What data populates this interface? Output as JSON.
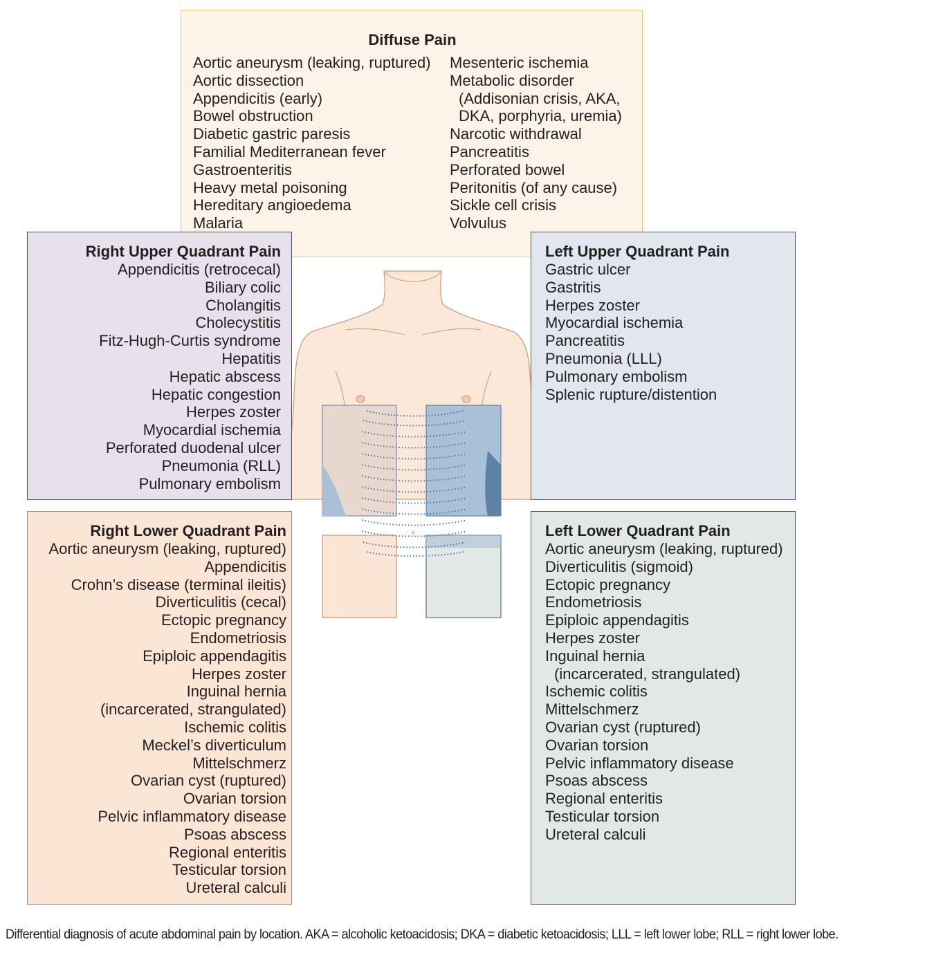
{
  "diffuse": {
    "title": "Diffuse Pain",
    "col1": [
      "Aortic aneurysm (leaking, ruptured)",
      "Aortic dissection",
      "Appendicitis (early)",
      "Bowel obstruction",
      "Diabetic gastric paresis",
      "Familial Mediterranean fever",
      "Gastroenteritis",
      "Heavy metal poisoning",
      "Hereditary angioedema",
      "Malaria"
    ],
    "col2": [
      "Mesenteric ischemia",
      "Metabolic disorder",
      "(Addisonian crisis, AKA,",
      "DKA, porphyria, uremia)",
      "Narcotic withdrawal",
      "Pancreatitis",
      "Perforated bowel",
      "Peritonitis (of any cause)",
      "Sickle cell crisis",
      "Volvulus"
    ]
  },
  "ruq": {
    "title": "Right Upper Quadrant Pain",
    "items": [
      "Appendicitis (retrocecal)",
      "Biliary colic",
      "Cholangitis",
      "Cholecystitis",
      "Fitz-Hugh-Curtis syndrome",
      "Hepatitis",
      "Hepatic abscess",
      "Hepatic congestion",
      "Herpes zoster",
      "Myocardial ischemia",
      "Perforated duodenal ulcer",
      "Pneumonia (RLL)",
      "Pulmonary embolism"
    ]
  },
  "luq": {
    "title": "Left Upper Quadrant Pain",
    "items": [
      "Gastric ulcer",
      "Gastritis",
      "Herpes zoster",
      "Myocardial ischemia",
      "Pancreatitis",
      "Pneumonia (LLL)",
      "Pulmonary embolism",
      "Splenic rupture/distention"
    ]
  },
  "rlq": {
    "title": "Right Lower Quadrant Pain",
    "items": [
      "Aortic aneurysm (leaking, ruptured)",
      "Appendicitis",
      "Crohn’s disease (terminal ileitis)",
      "Diverticulitis (cecal)",
      "Ectopic pregnancy",
      "Endometriosis",
      "Epiploic appendagitis",
      "Herpes zoster",
      "Inguinal hernia",
      "(incarcerated, strangulated)",
      "Ischemic colitis",
      "Meckel’s diverticulum",
      "Mittelschmerz",
      "Ovarian cyst (ruptured)",
      "Ovarian torsion",
      "Pelvic inflammatory disease",
      "Psoas abscess",
      "Regional enteritis",
      "Testicular torsion",
      "Ureteral calculi"
    ]
  },
  "llq": {
    "title": "Left Lower Quadrant Pain",
    "items": [
      "Aortic aneurysm (leaking, ruptured)",
      "Diverticulitis (sigmoid)",
      "Ectopic pregnancy",
      "Endometriosis",
      "Epiploic appendagitis",
      "Herpes zoster",
      "Inguinal hernia",
      "(incarcerated, strangulated)",
      "Ischemic colitis",
      "Mittelschmerz",
      "Ovarian cyst (ruptured)",
      "Ovarian torsion",
      "Pelvic inflammatory disease",
      "Psoas abscess",
      "Regional enteritis",
      "Testicular torsion",
      "Ureteral calculi"
    ]
  },
  "caption": "Differential diagnosis of acute abdominal pain by location. AKA = alcoholic ketoacidosis; DKA = diabetic ketoacidosis; LLL = left lower lobe; RLL = right lower lobe.",
  "colors": {
    "diffuse_bg": "#fdf3e8",
    "ruq_bg": "#e6e1ed",
    "luq_bg": "#e2e6ef",
    "rlq_bg": "#fbe6d6",
    "llq_bg": "#e2e8e4",
    "skin": "#fbe8d8",
    "outline": "#c99a72",
    "ruq_quadrant": "#e7d6cb",
    "luq_quadrant": "#a9c0d6",
    "dotted": "#4f6fa8"
  }
}
